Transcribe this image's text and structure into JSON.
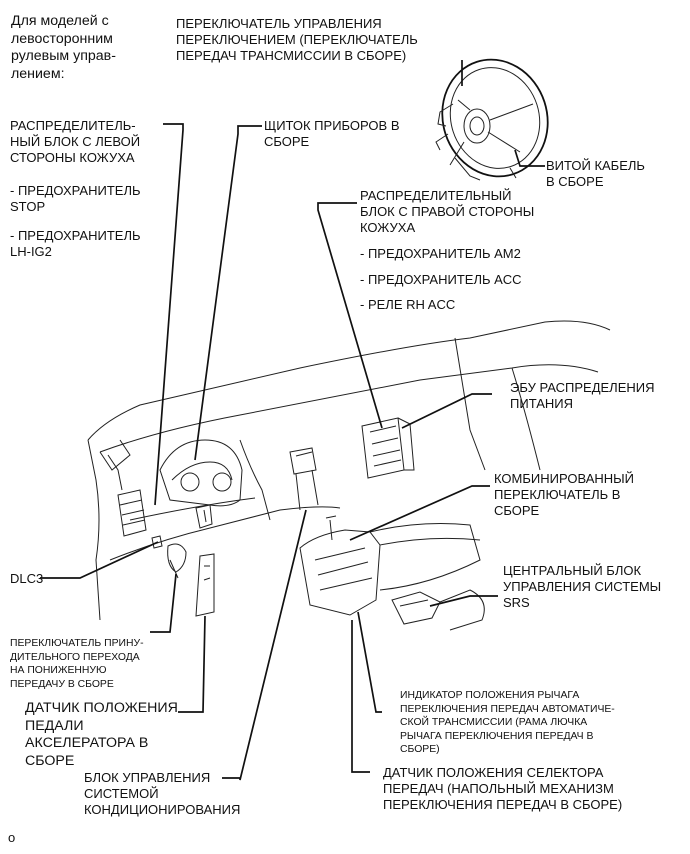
{
  "intro": "Для моделей с\nлевосторонним\nрулевым управ-\nлением:",
  "labels": {
    "steer_switch": "ПЕРЕКЛЮЧАТЕЛЬ УПРАВЛЕНИЯ\nПЕРЕКЛЮЧЕНИЕМ (ПЕРЕКЛЮЧАТЕЛЬ\nПЕРЕДАЧ ТРАНСМИССИИ В СБОРЕ)",
    "left_junction": "РАСПРЕДЕЛИТЕЛЬ-\nНЫЙ БЛОК С ЛЕВОЙ\nСТОРОНЫ КОЖУХА",
    "left_fuse_stop": "- ПРЕДОХРАНИТЕЛЬ\nSTOP",
    "left_fuse_lhig2": "- ПРЕДОХРАНИТЕЛЬ\nLH-IG2",
    "combination_meter": "ЩИТОК ПРИБОРОВ В\nСБОРЕ",
    "spiral_cable": "ВИТОЙ КАБЕЛЬ\nВ СБОРЕ",
    "right_junction": "РАСПРЕДЕЛИТЕЛЬНЫЙ\nБЛОК С ПРАВОЙ СТОРОНЫ\nКОЖУХА",
    "right_fuse_am2": "- ПРЕДОХРАНИТЕЛЬ AM2",
    "right_fuse_acc": "- ПРЕДОХРАНИТЕЛЬ ACC",
    "right_relay": "- РЕЛЕ RH ACC",
    "power_ecu": "ЭБУ РАСПРЕДЕЛЕНИЯ\nПИТАНИЯ",
    "combo_switch": "КОМБИНИРОВАННЫЙ\nПЕРЕКЛЮЧАТЕЛЬ В\nСБОРЕ",
    "dlc3": "DLC3",
    "srs_center": "ЦЕНТРАЛЬНЫЙ БЛОК\nУПРАВЛЕНИЯ СИСТЕМЫ\nSRS",
    "kickdown_switch": "ПЕРЕКЛЮЧАТЕЛЬ ПРИНУ-\nДИТЕЛЬНОГО ПЕРЕХОДА\nНА ПОНИЖЕННУЮ\nПЕРЕДАЧУ В СБОРЕ",
    "shift_indicator": "ИНДИКАТОР ПОЛОЖЕНИЯ РЫЧАГА\nПЕРЕКЛЮЧЕНИЯ ПЕРЕДАЧ АВТОМАТИЧЕ-\nСКОЙ ТРАНСМИССИИ (РАМА ЛЮЧКА\nРЫЧАГА ПЕРЕКЛЮЧЕНИЯ ПЕРЕДАЧ В\nСБОРЕ)",
    "accel_sensor": "ДАТЧИК ПОЛОЖЕНИЯ\nПЕДАЛИ\nАКСЕЛЕРАТОРА В\nСБОРЕ",
    "shift_sensor": "ДАТЧИК ПОЛОЖЕНИЯ СЕЛЕКТОРА\nПЕРЕДАЧ (НАПОЛЬНЫЙ МЕХАНИЗМ\nПЕРЕКЛЮЧЕНИЯ ПЕРЕДАЧ В СБОРЕ)",
    "ac_control": "БЛОК УПРАВЛЕНИЯ\nСИСТЕМОЙ\nКОНДИЦИОНИРОВАНИЯ"
  },
  "footer_mark": "o"
}
